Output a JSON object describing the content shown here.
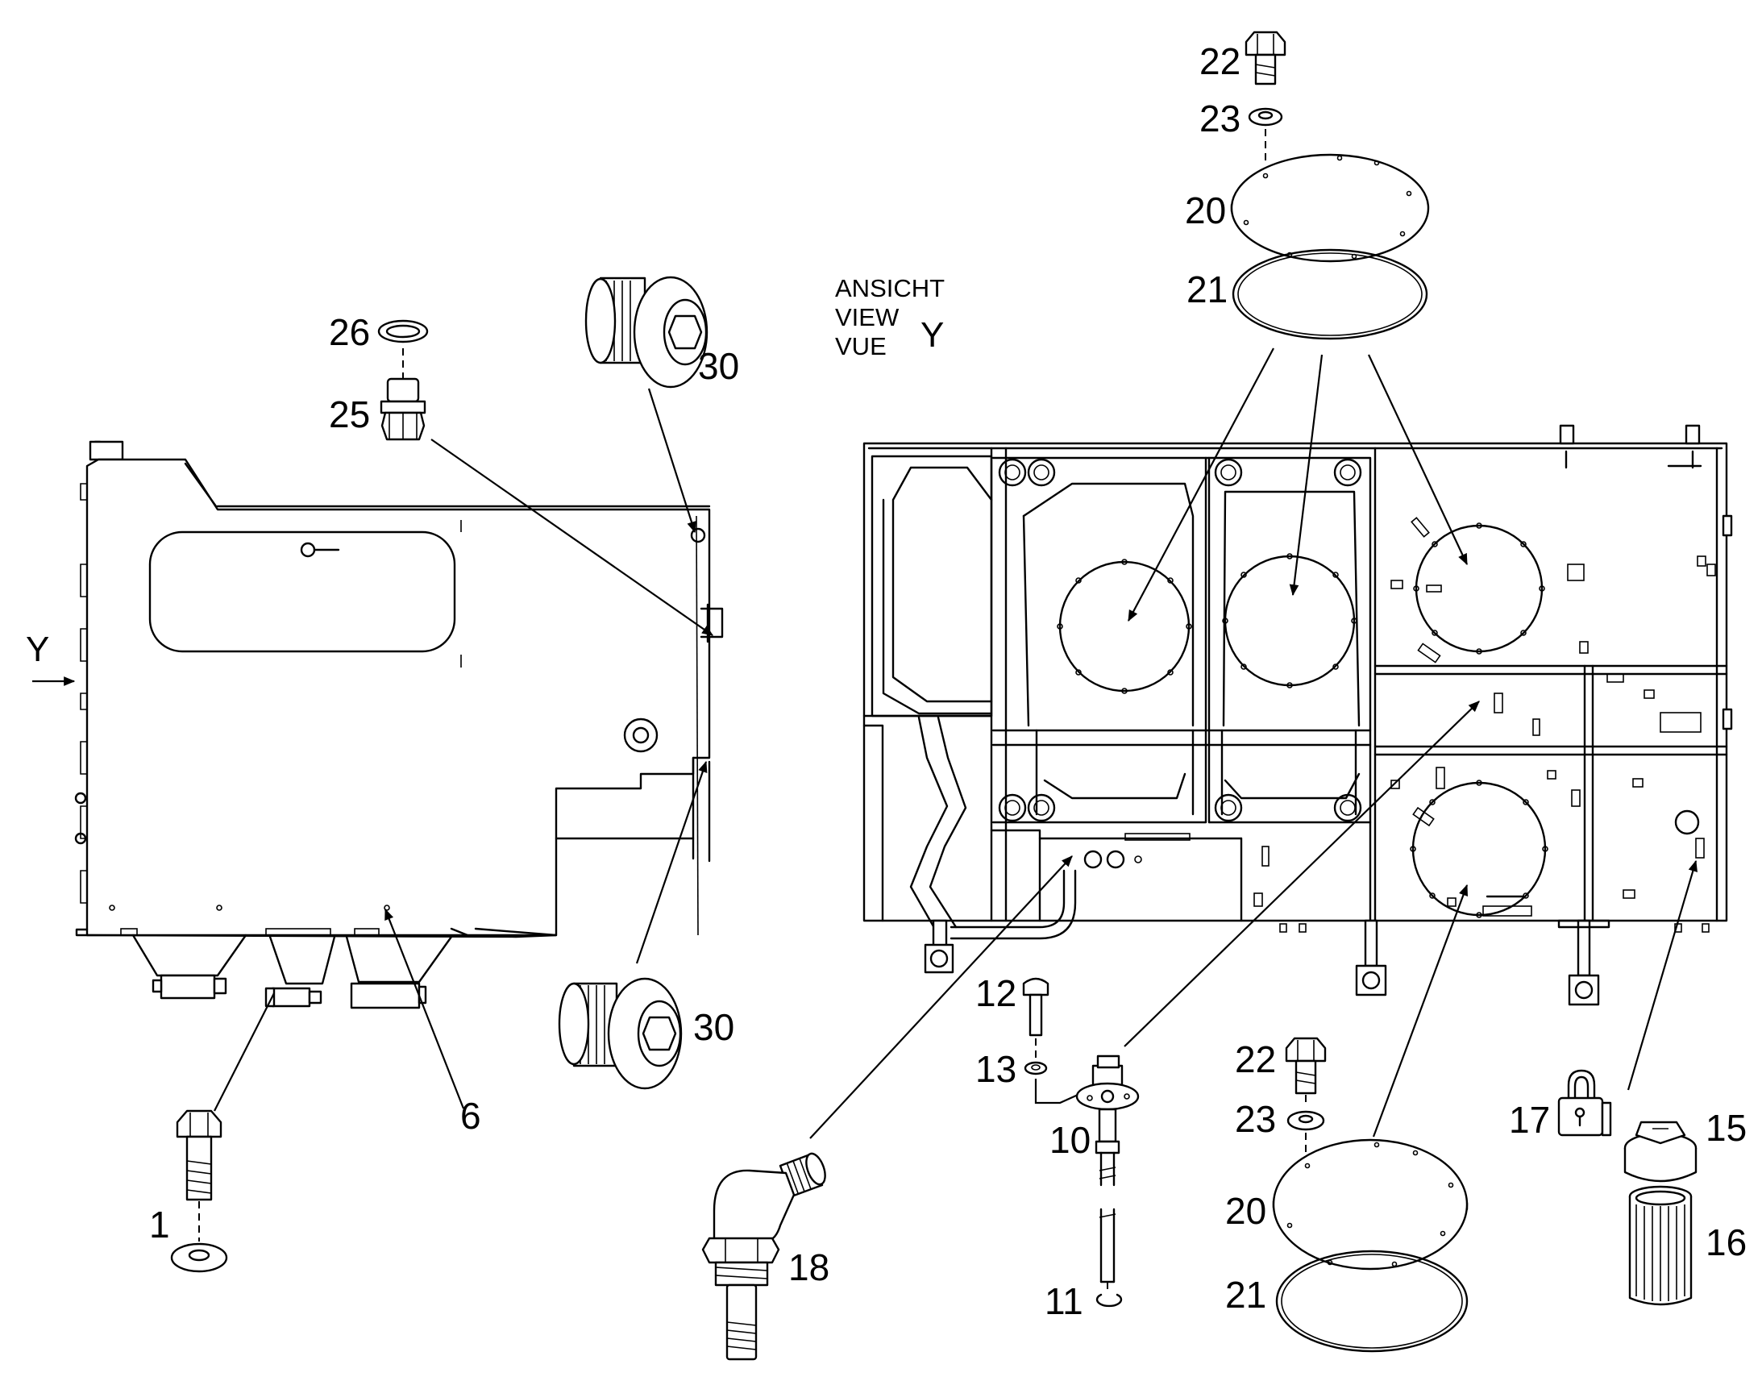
{
  "view_label": {
    "lines": [
      "ANSICHT",
      "VIEW",
      "VUE"
    ],
    "letter": "Y"
  },
  "view_marker": "Y",
  "callouts": {
    "c1": "1",
    "c6": "6",
    "c10": "10",
    "c11": "11",
    "c12": "12",
    "c13": "13",
    "c15": "15",
    "c16": "16",
    "c17": "17",
    "c18": "18",
    "c20_top": "20",
    "c21_top": "21",
    "c22_top": "22",
    "c23_top": "23",
    "c20_bot": "20",
    "c21_bot": "21",
    "c22_bot": "22",
    "c23_bot": "23",
    "c25": "25",
    "c26": "26",
    "c30_top": "30",
    "c30_bot": "30"
  }
}
